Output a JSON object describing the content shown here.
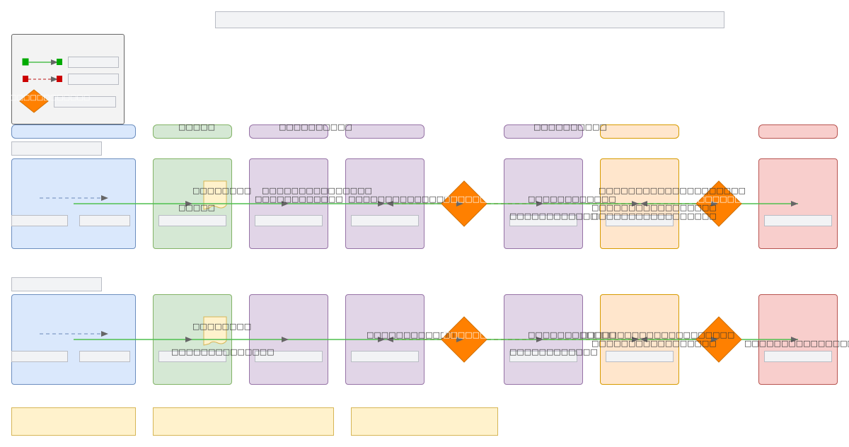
{
  "diagram": {
    "title_placeholder": "",
    "legend": {
      "items": [
        {
          "name": "success-flow",
          "color": "#00aa00",
          "line": "solid",
          "label": ""
        },
        {
          "name": "failure-flow",
          "color": "#cc0000",
          "line": "dashed",
          "label": ""
        },
        {
          "name": "decision",
          "color": "#ff8000",
          "label": ""
        }
      ],
      "decision_caption": "□□□□□□□□□□□□"
    },
    "lanes": [
      {
        "name": "lane-1",
        "color": "blue",
        "header": ""
      },
      {
        "name": "lane-2",
        "color": "green",
        "header": "□□□□□"
      },
      {
        "name": "lane-3",
        "color": "purple",
        "header": "□□□□□□□□□□"
      },
      {
        "name": "lane-4",
        "color": "purple",
        "header": ""
      },
      {
        "name": "lane-5",
        "color": "purple",
        "header": "□□□□□□□□□□"
      },
      {
        "name": "lane-6",
        "color": "orange",
        "header": ""
      },
      {
        "name": "lane-7",
        "color": "red",
        "header": ""
      }
    ],
    "row1": {
      "labels": {
        "green_note": "□□□□□□□□",
        "green_sub": "□□□□□",
        "purple3_top": "□□□□□□□□□□□□□□□",
        "purple3": "□□□□□□□□□□□□",
        "purple4": "□□□□□□□□□□□□□□",
        "decision1": "□□□□□□□□",
        "purple5": "□□□□□□□□□□□□",
        "purple5_sub": "□□□□□□□□□□□□",
        "orange_top": "□□□□□□□□□□□□□□□□□□□□",
        "orange_sub1": "□□□□□□□□□□□□□□□□□",
        "orange_sub2": "□□□□□□□□□□□□□□□□□",
        "decision2": "□□□□□□□□"
      }
    },
    "row2": {
      "labels": {
        "green_note": "□□□□□□□□",
        "green_sub": "□□□□□□□□□□□□□□",
        "purple4": "□□□□□□□□□□□□",
        "decision1": "□□□□□□□□",
        "purple5": "□□□□□□□□□□□□",
        "purple5_sub": "□□□□□□□□□□□□",
        "orange_top": "□□□□□□□□□□□□□□□□□□□□□",
        "orange_sub": "□□□□□□□□□□□□□□□□□",
        "red_sub": "□□□□□□□□□□□□□□□□□□□□"
      }
    },
    "colors": {
      "success": "#4fbf4f",
      "failure": "#b5461f",
      "decision": "#ff8000",
      "arrow": "#666666"
    }
  }
}
